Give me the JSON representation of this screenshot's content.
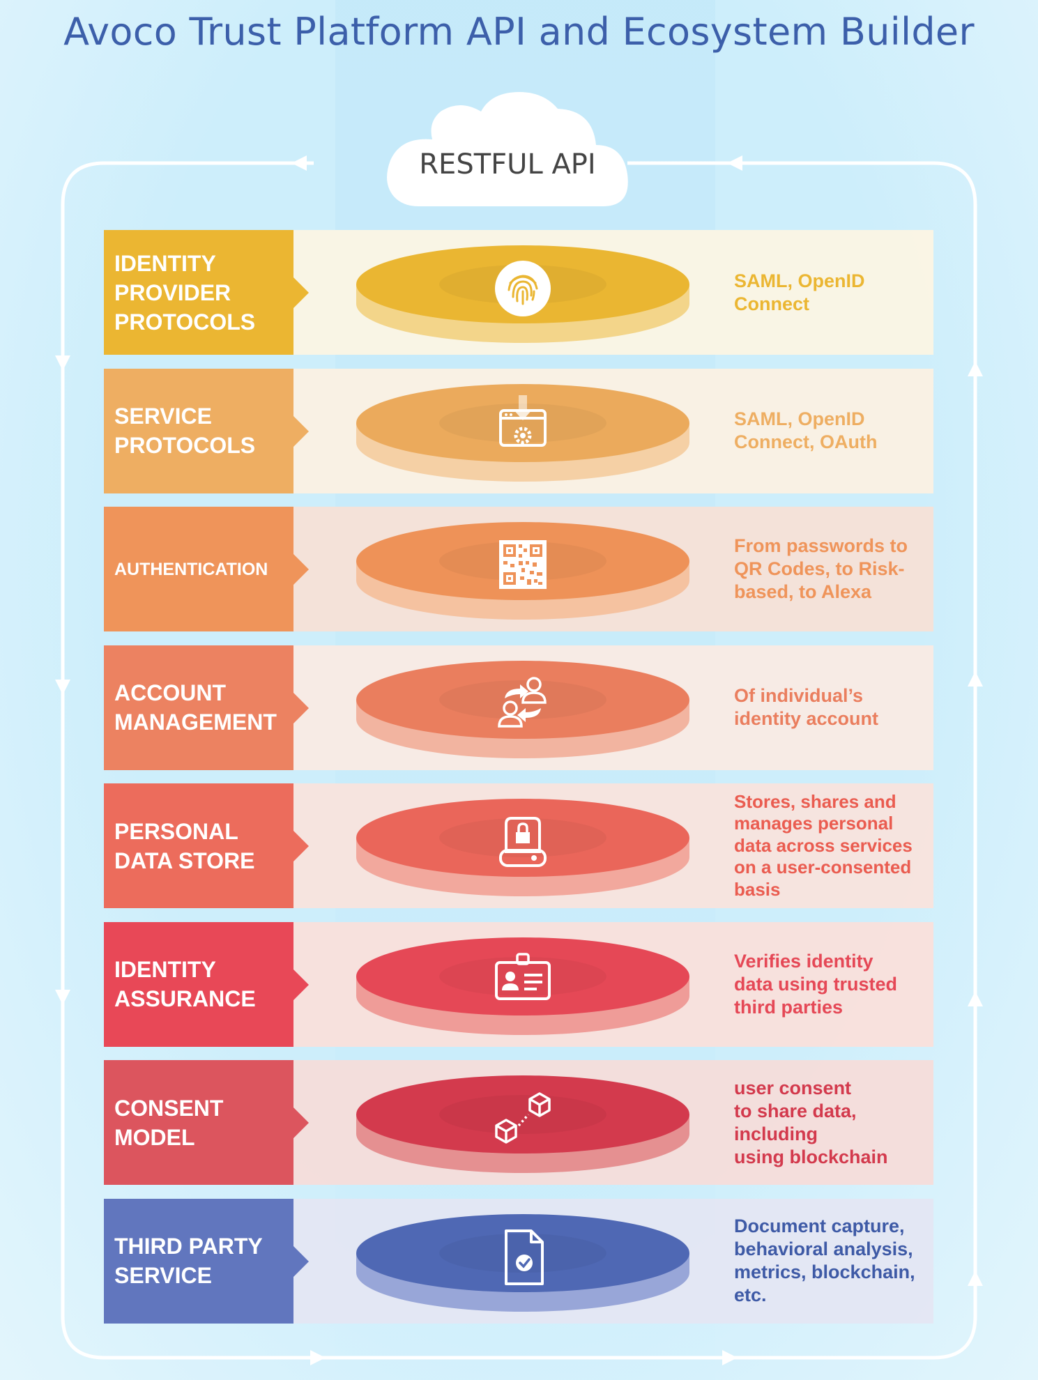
{
  "title": "Avoco Trust Platform API and Ecosystem Builder",
  "cloud_label": "RESTFUL API",
  "layers": [
    {
      "label": "IDENTITY\nPROVIDER\nPROTOCOLS",
      "icon": "fingerprint-icon",
      "description": "SAML, OpenID\nConnect",
      "label_bg": "#ebb632",
      "panel_bg": "#fdf5e3",
      "disc_top": "#eab632",
      "disc_side": "#f3d58a",
      "text_color": "#ebb632"
    },
    {
      "label": "SERVICE\nPROTOCOLS",
      "icon": "browser-settings-icon",
      "description": "SAML, OpenID\nConnect, OAuth",
      "label_bg": "#eeae62",
      "panel_bg": "#fdf1e2",
      "disc_top": "#ebaa5c",
      "disc_side": "#f5d0a5",
      "text_color": "#eeae62"
    },
    {
      "label": "AUTHENTICATION",
      "icon": "qr-code-icon",
      "description": "From passwords to\nQR Codes,  to Risk-\nbased, to Alexa",
      "label_bg": "#ef945a",
      "panel_bg": "#f7e1d6",
      "disc_top": "#ee9258",
      "disc_side": "#f5c2a0",
      "text_color": "#ef945a"
    },
    {
      "label": "ACCOUNT\nMANAGEMENT",
      "icon": "account-transfer-icon",
      "description": "Of individual’s\nidentity account",
      "label_bg": "#ec8261",
      "panel_bg": "#fbeae3",
      "disc_top": "#ea7e5e",
      "disc_side": "#f2b4a0",
      "text_color": "#ea7e5e"
    },
    {
      "label": "PERSONAL\nDATA STORE",
      "icon": "secure-drive-icon",
      "description": "Stores, shares and\nmanages personal\ndata across services\non a user-consented\nbasis",
      "label_bg": "#ec6c5c",
      "panel_bg": "#fae3dc",
      "disc_top": "#ea665a",
      "disc_side": "#f2a89d",
      "text_color": "#ea5c50"
    },
    {
      "label": "IDENTITY\nASSURANCE",
      "icon": "id-card-icon",
      "description": "Verifies identity\ndata using trusted\nthird parties",
      "label_bg": "#e84857",
      "panel_bg": "#fbe0da",
      "disc_top": "#e54856",
      "disc_side": "#ef9c98",
      "text_color": "#e54856"
    },
    {
      "label": "CONSENT\nMODEL",
      "icon": "blockchain-cubes-icon",
      "description": "user consent\nto share data,\nincluding\nusing blockchain",
      "label_bg": "#dc555e",
      "panel_bg": "#f6dcd9",
      "disc_top": "#d33a4d",
      "disc_side": "#e59091",
      "text_color": "#d33a4d"
    },
    {
      "label": "THIRD PARTY\nSERVICE",
      "icon": "verified-document-icon",
      "description": "Document capture,\nbehavioral analysis,\nmetrics, blockchain,\netc.",
      "label_bg": "#6176be",
      "panel_bg": "#e4e6f3",
      "disc_top": "#4f68b4",
      "disc_side": "#98a6d8",
      "text_color": "#3e5aa6"
    }
  ]
}
